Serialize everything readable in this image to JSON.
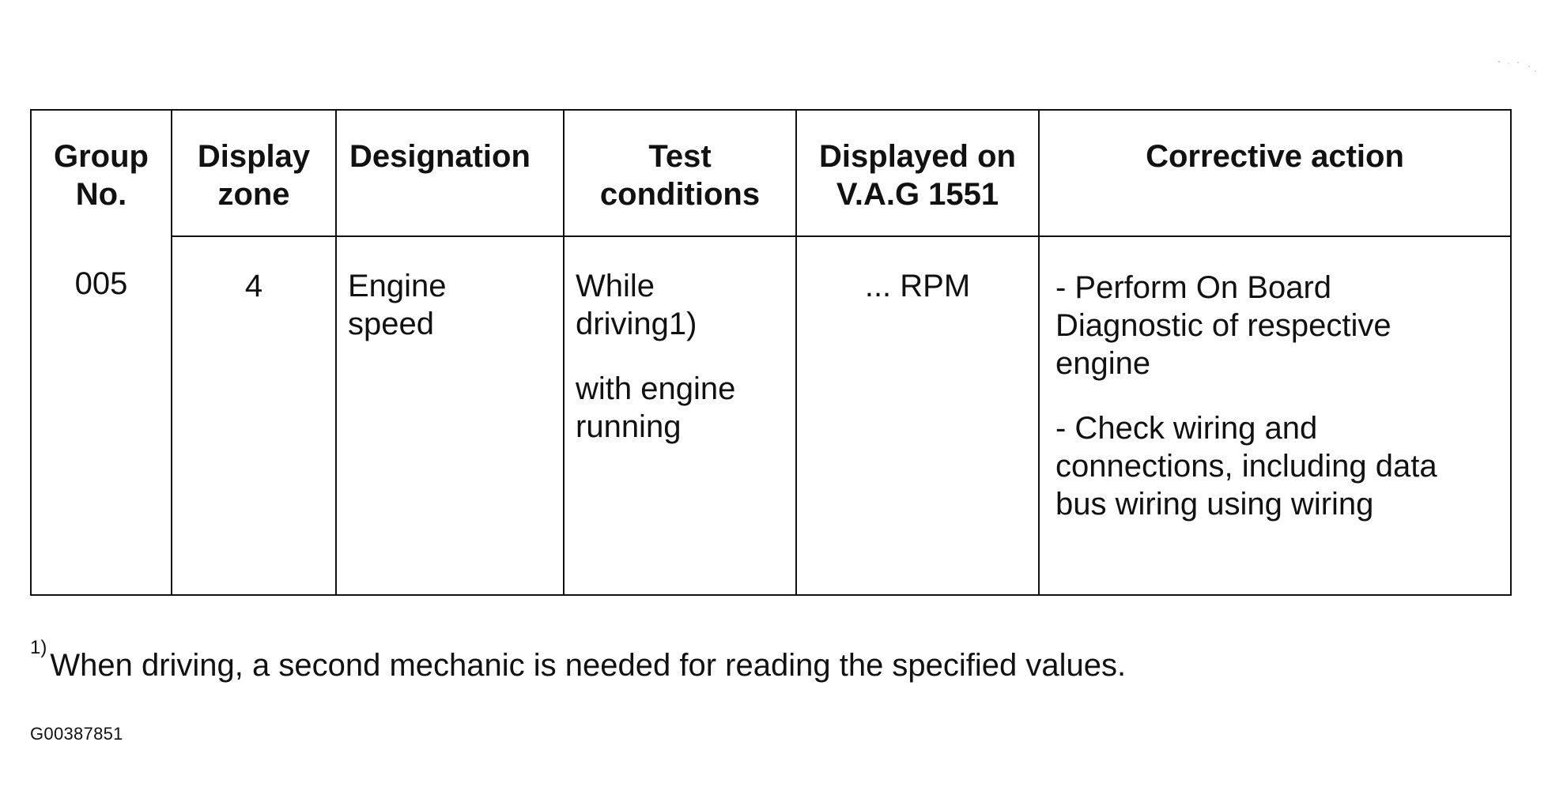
{
  "table": {
    "headers": {
      "group": [
        "Group",
        "No."
      ],
      "display_zone": [
        "Display",
        "zone"
      ],
      "designation": "Designation",
      "test_conditions": [
        "Test",
        "conditions"
      ],
      "displayed_on": [
        "Displayed on",
        "V.A.G 1551"
      ],
      "corrective_action": "Corrective action"
    },
    "row": {
      "group": "005",
      "display_zone": "4",
      "designation": [
        "Engine",
        "speed"
      ],
      "test_conditions": {
        "p1": [
          "While",
          "driving1)"
        ],
        "p2": [
          "with engine",
          "running"
        ]
      },
      "displayed_on": "... RPM",
      "corrective_action": {
        "p1": [
          "- Perform On Board",
          "Diagnostic of respective",
          "engine"
        ],
        "p2": [
          "- Check wiring and",
          "connections, including data",
          "bus wiring using wiring"
        ]
      }
    }
  },
  "footnote": {
    "marker": "1)",
    "text": "When driving, a second mechanic is needed for reading the specified values."
  },
  "figure_id": "G00387851"
}
